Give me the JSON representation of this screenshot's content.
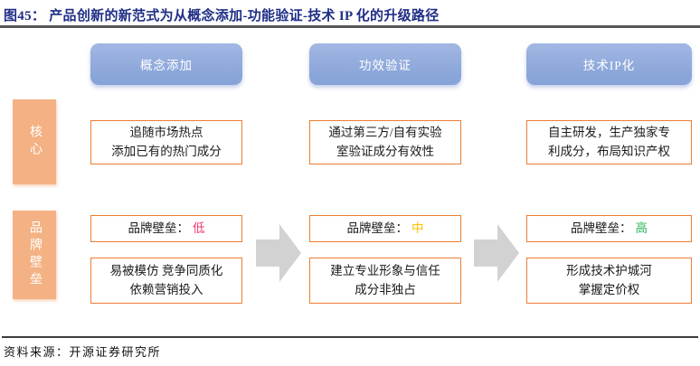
{
  "figure": {
    "title": "图45： 产品创新的新范式为从概念添加-功能验证-技术 IP 化的升级路径",
    "source": "资料来源：开源证券研究所"
  },
  "row_labels": {
    "core": "核心",
    "brand_barrier": "品牌壁垒"
  },
  "columns": [
    {
      "header": "概念添加",
      "core": "追随市场热点\n添加已有的热门成分",
      "barrier_label": "品牌壁垒：",
      "barrier_level": "低",
      "barrier_desc": "易被模仿 竞争同质化\n依赖营销投入"
    },
    {
      "header": "功效验证",
      "core": "通过第三方/自有实验\n室验证成分有效性",
      "barrier_label": "品牌壁垒：",
      "barrier_level": "中",
      "barrier_desc": "建立专业形象与信任\n成分非独占"
    },
    {
      "header": "技术IP化",
      "core": "自主研发，生产独家专\n利成分，布局知识产权",
      "barrier_label": "品牌壁垒：",
      "barrier_level": "高",
      "barrier_desc": "形成技术护城河\n掌握定价权"
    }
  ],
  "colors": {
    "title_navy": "#1f2e85",
    "header_blue": "#8ca7da",
    "label_orange": "#f4b183",
    "border_orange": "#ed7d31",
    "arrow_gray": "#d2d2d2",
    "barrier_low": "#ee3a6a",
    "barrier_mid": "#ffc000",
    "barrier_high": "#2db757"
  }
}
